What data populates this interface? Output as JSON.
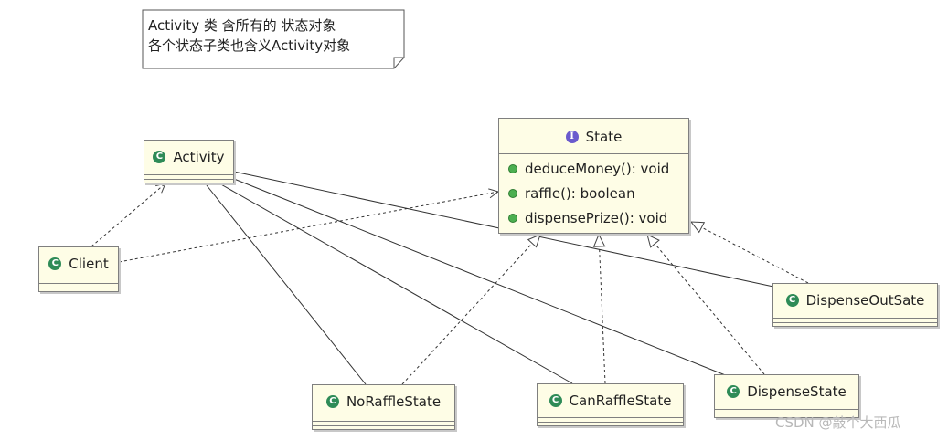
{
  "note": {
    "line1": "Activity 类 含所有的 状态对象",
    "line2": "各个状态子类也含义Activity对象"
  },
  "classes": {
    "activity": "Activity",
    "client": "Client",
    "state": "State",
    "no_raffle": "NoRaffleState",
    "can_raffle": "CanRaffleState",
    "dispense": "DispenseState",
    "dispense_out": "DispenseOutSate"
  },
  "icons": {
    "class_icon": "class-icon",
    "interface_icon": "interface-icon",
    "method_icon": "public-method-icon",
    "class_letter": "C",
    "interface_letter": "I"
  },
  "state_operations": [
    "deduceMoney(): void",
    "raffle(): boolean",
    "dispensePrize(): void"
  ],
  "colors": {
    "class_fill": "#fefde6",
    "class_icon": "#2e8b57",
    "interface_icon": "#6a5acd",
    "method_dot": "#4caf50"
  },
  "watermark": "CSDN @敲个大西瓜"
}
